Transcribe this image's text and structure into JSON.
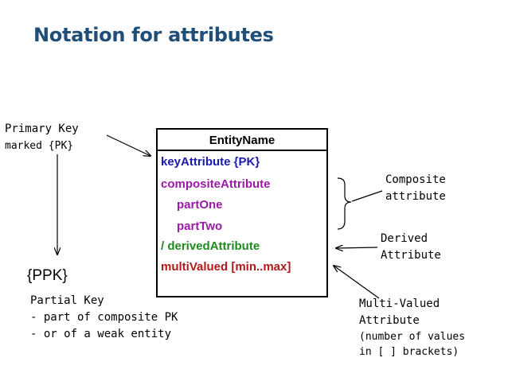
{
  "title": "Notation for attributes",
  "entity": {
    "name": "EntityName",
    "attributes": [
      {
        "text": "keyAttribute {PK}",
        "color": "#1a1ab0"
      },
      {
        "text": "compositeAttribute",
        "color": "#9a1aa6"
      },
      {
        "text": "partOne",
        "color": "#9a1aa6"
      },
      {
        "text": "partTwo",
        "color": "#9a1aa6"
      },
      {
        "text": "/ derivedAttribute",
        "color": "#1e8a1e"
      },
      {
        "text": "multiValued [min..max]",
        "color": "#b01a1a"
      }
    ]
  },
  "labels": {
    "primary_key_line1": "Primary Key",
    "primary_key_line2": "marked {PK}",
    "ppk": "{PPK}",
    "partial_key_line1": "Partial Key",
    "partial_key_line2": "- part of composite PK",
    "partial_key_line3": "- or of a weak entity",
    "composite_line1": "Composite",
    "composite_line2": "attribute",
    "derived_line1": "Derived",
    "derived_line2": "Attribute",
    "multivalued_line1": "Multi-Valued",
    "multivalued_line2": "Attribute",
    "multivalued_line3": "(number of values",
    "multivalued_line4": "in [ ] brackets)"
  }
}
